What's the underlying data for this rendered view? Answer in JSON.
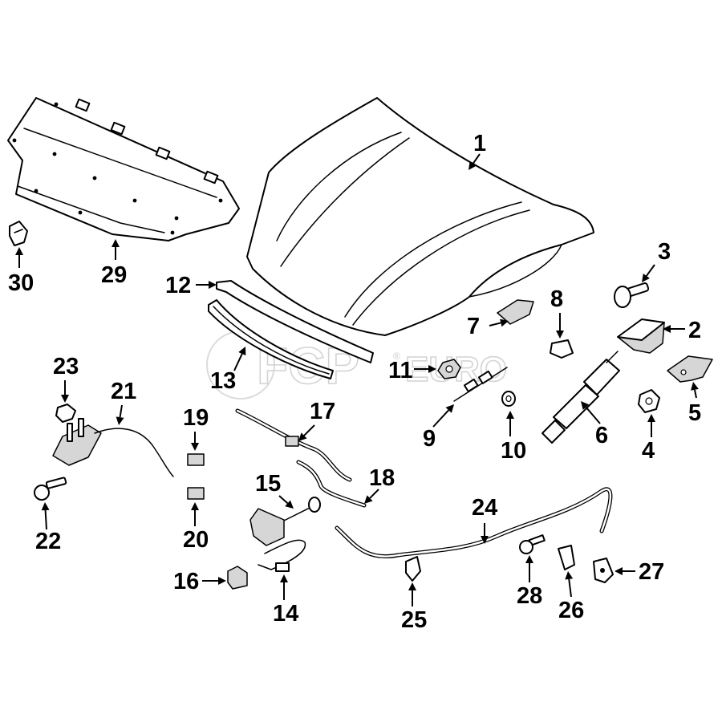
{
  "callouts": [
    {
      "n": "1"
    },
    {
      "n": "2"
    },
    {
      "n": "3"
    },
    {
      "n": "4"
    },
    {
      "n": "5"
    },
    {
      "n": "6"
    },
    {
      "n": "7"
    },
    {
      "n": "8"
    },
    {
      "n": "9"
    },
    {
      "n": "10"
    },
    {
      "n": "11"
    },
    {
      "n": "12"
    },
    {
      "n": "13"
    },
    {
      "n": "14"
    },
    {
      "n": "15"
    },
    {
      "n": "16"
    },
    {
      "n": "17"
    },
    {
      "n": "18"
    },
    {
      "n": "19"
    },
    {
      "n": "20"
    },
    {
      "n": "21"
    },
    {
      "n": "22"
    },
    {
      "n": "23"
    },
    {
      "n": "24"
    },
    {
      "n": "25"
    },
    {
      "n": "26"
    },
    {
      "n": "27"
    },
    {
      "n": "28"
    },
    {
      "n": "29"
    },
    {
      "n": "30"
    }
  ],
  "watermark": {
    "brand": "FCP",
    "suffix": "EURO",
    "mark": "®"
  }
}
